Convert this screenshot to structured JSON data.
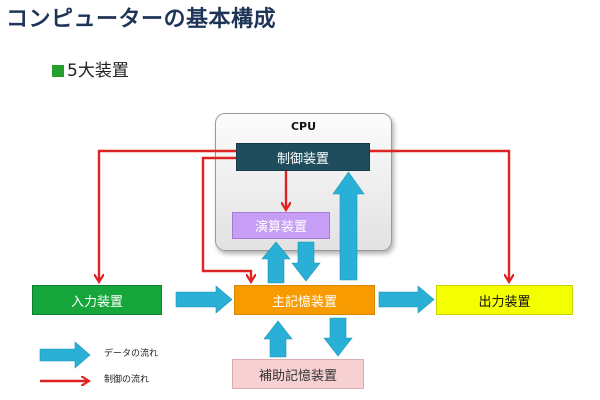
{
  "title": "コンピューターの基本構成",
  "subtitle": "5大装置",
  "cpu": {
    "label": "CPU"
  },
  "units": {
    "control": "制御装置",
    "alu": "演算装置",
    "input": "入力装置",
    "memory": "主記憶装置",
    "output": "出力装置",
    "auxiliary": "補助記憶装置"
  },
  "legend": {
    "data_flow": "データの流れ",
    "control_flow": "制御の流れ"
  },
  "colors": {
    "data_arrow": "#2ab0d6",
    "control_arrow": "#e02222",
    "control_unit": "#1f4d5e",
    "alu": "#c79ef5",
    "input": "#16a63c",
    "memory": "#f79b00",
    "output": "#f4ff00",
    "auxiliary": "#f7d0d2",
    "title": "#1f3558"
  }
}
